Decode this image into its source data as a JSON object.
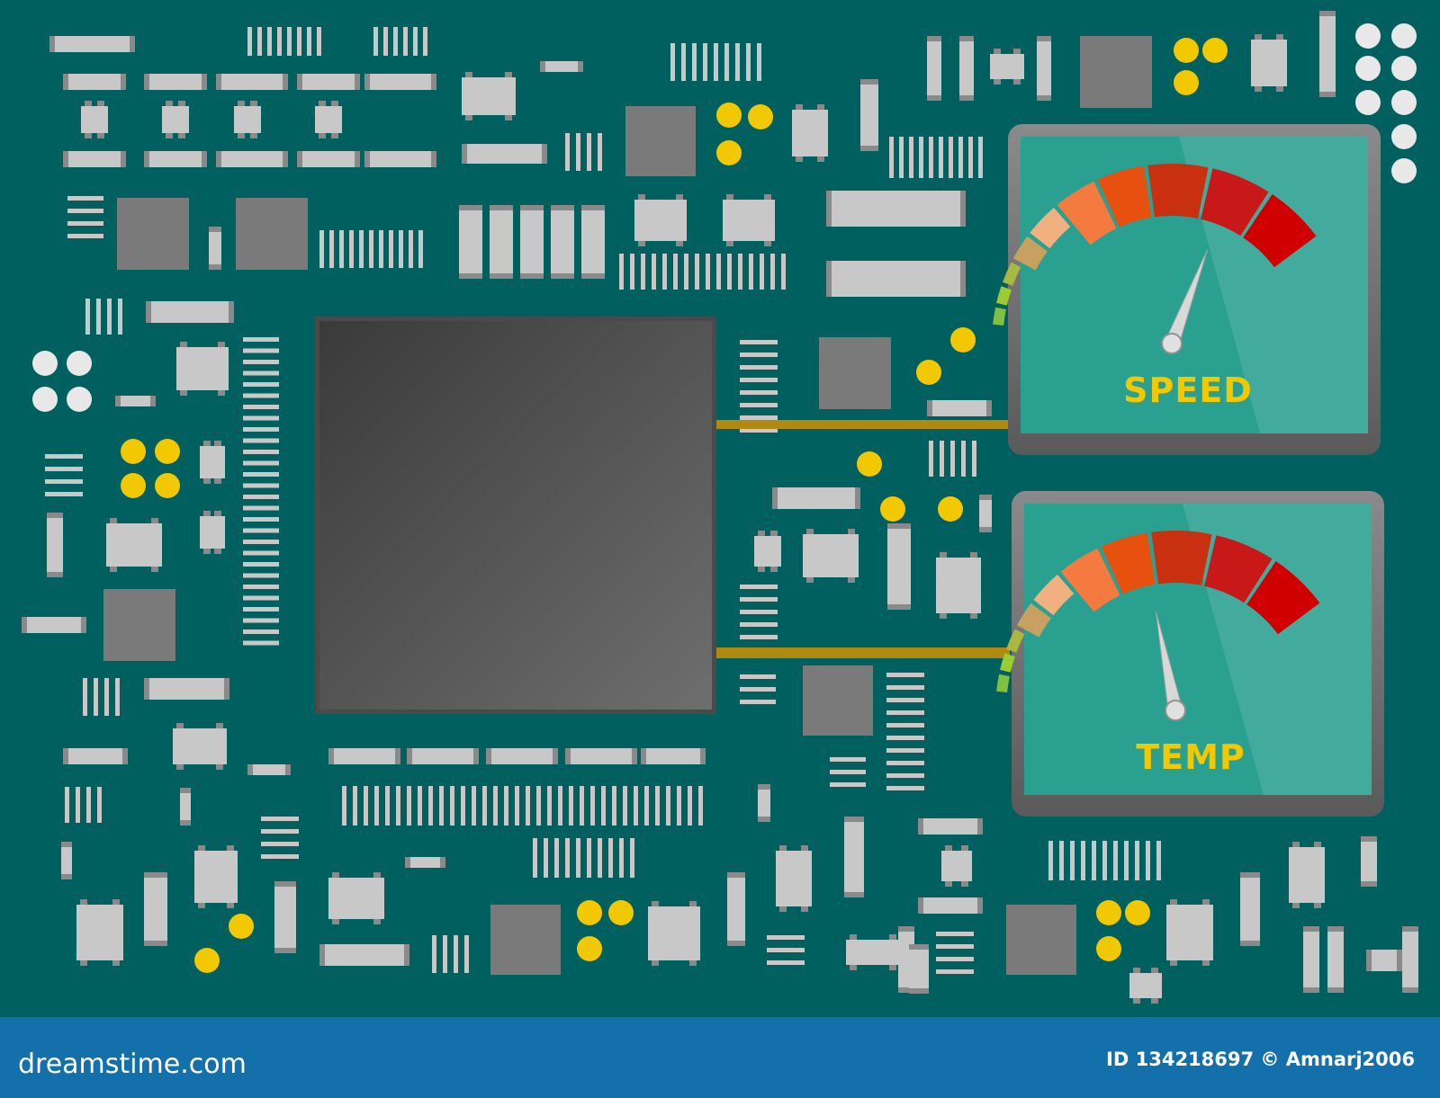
{
  "colors": {
    "board": "#006060",
    "component": "#c8c8c8",
    "component_end": "#8a8a8a",
    "ic": "#7a7a7a",
    "pad": "#f2c800",
    "trace": "#b08a10",
    "gauge_face": "#2aa090",
    "label": "#f2c800",
    "footer": "#1470aa"
  },
  "gauges": [
    {
      "id": "speed",
      "label": "SPEED",
      "needle_level": 0.76
    },
    {
      "id": "temp",
      "label": "TEMP",
      "needle_level": 0.53
    }
  ],
  "gauge_scale_colors": [
    "#80c040",
    "#9acd32",
    "#a8b840",
    "#c8a060",
    "#f0b080",
    "#f47a40",
    "#e85010",
    "#c83010",
    "#c81818",
    "#d00000"
  ],
  "footer": {
    "brand": "dreamstime.com",
    "image_id": "ID 134218697 © Amnarj2006"
  }
}
